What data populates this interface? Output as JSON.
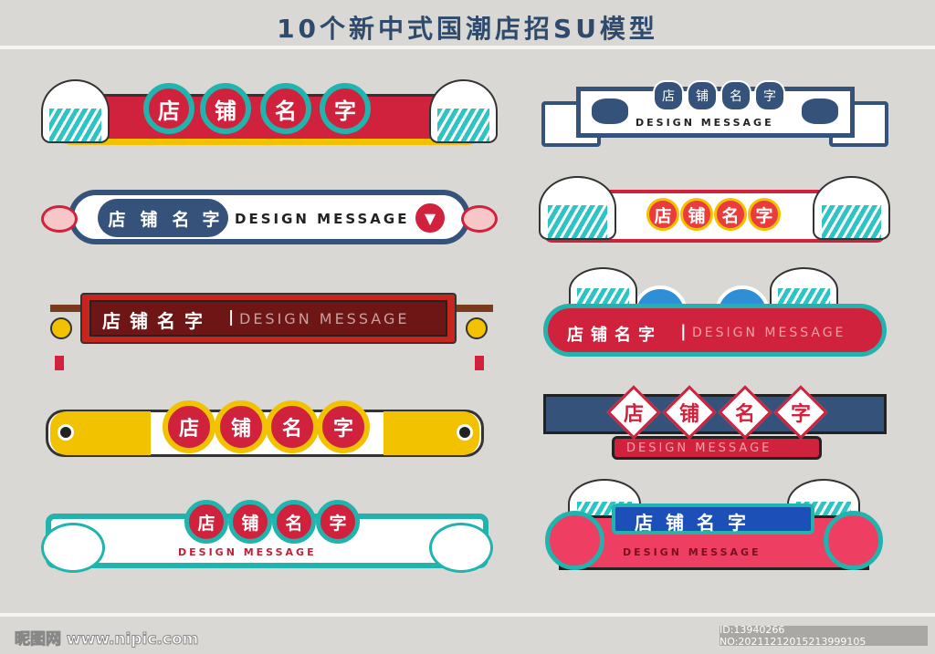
{
  "title": "10个新中式国潮店招SU模型",
  "shop_name": [
    "店",
    "铺",
    "名",
    "字"
  ],
  "message": "DESIGN MESSAGE",
  "message_divider": "|",
  "colors": {
    "red": "#d0223c",
    "teal": "#21b3ad",
    "navy": "#34527a",
    "yellow": "#f2c100",
    "dark_red": "#b8201f",
    "background": "#d9d8d4"
  },
  "footer": {
    "logo": "昵图网 www.nipic.com",
    "id": "ID:13940266 NO:20211212015213999105"
  }
}
